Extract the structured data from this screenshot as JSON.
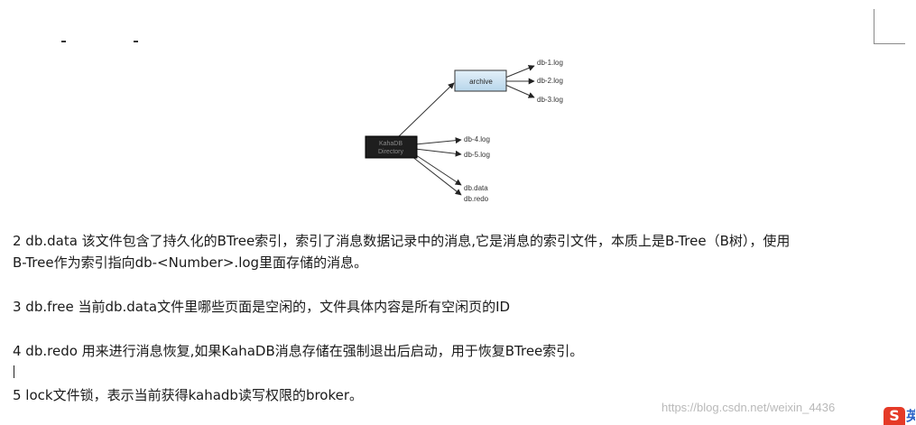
{
  "diagram": {
    "center_box": {
      "line1": "KahaDB",
      "line2": "Directory",
      "fill": "#1e1e1e"
    },
    "archive_box": {
      "label": "archive",
      "fill": "#cfe4f2"
    },
    "archive_files": [
      "db-1.log",
      "db-2.log",
      "db-3.log"
    ],
    "log_files": [
      "db-4.log",
      "db-5.log"
    ],
    "data_files": [
      "db.data",
      "db.redo"
    ]
  },
  "paragraphs": [
    {
      "line1": "2 db.data 该文件包含了持久化的BTree索引，索引了消息数据记录中的消息,它是消息的索引文件，本质上是B-Tree（B树），使用",
      "line2": "B-Tree作为索引指向db-<Number>.log里面存储的消息。"
    },
    {
      "line1": "3 db.free 当前db.data文件里哪些页面是空闲的，文件具体内容是所有空闲页的ID"
    },
    {
      "line1": "4 db.redo 用来进行消息恢复,如果KahaDB消息存储在强制退出后启动，用于恢复BTree索引。"
    },
    {
      "line1": "5 lock文件锁，表示当前获得kahadb读写权限的broker。"
    }
  ],
  "watermark": "https://blog.csdn.net/weixin_4436",
  "ime": {
    "icon1": "S",
    "icon2": "英"
  }
}
